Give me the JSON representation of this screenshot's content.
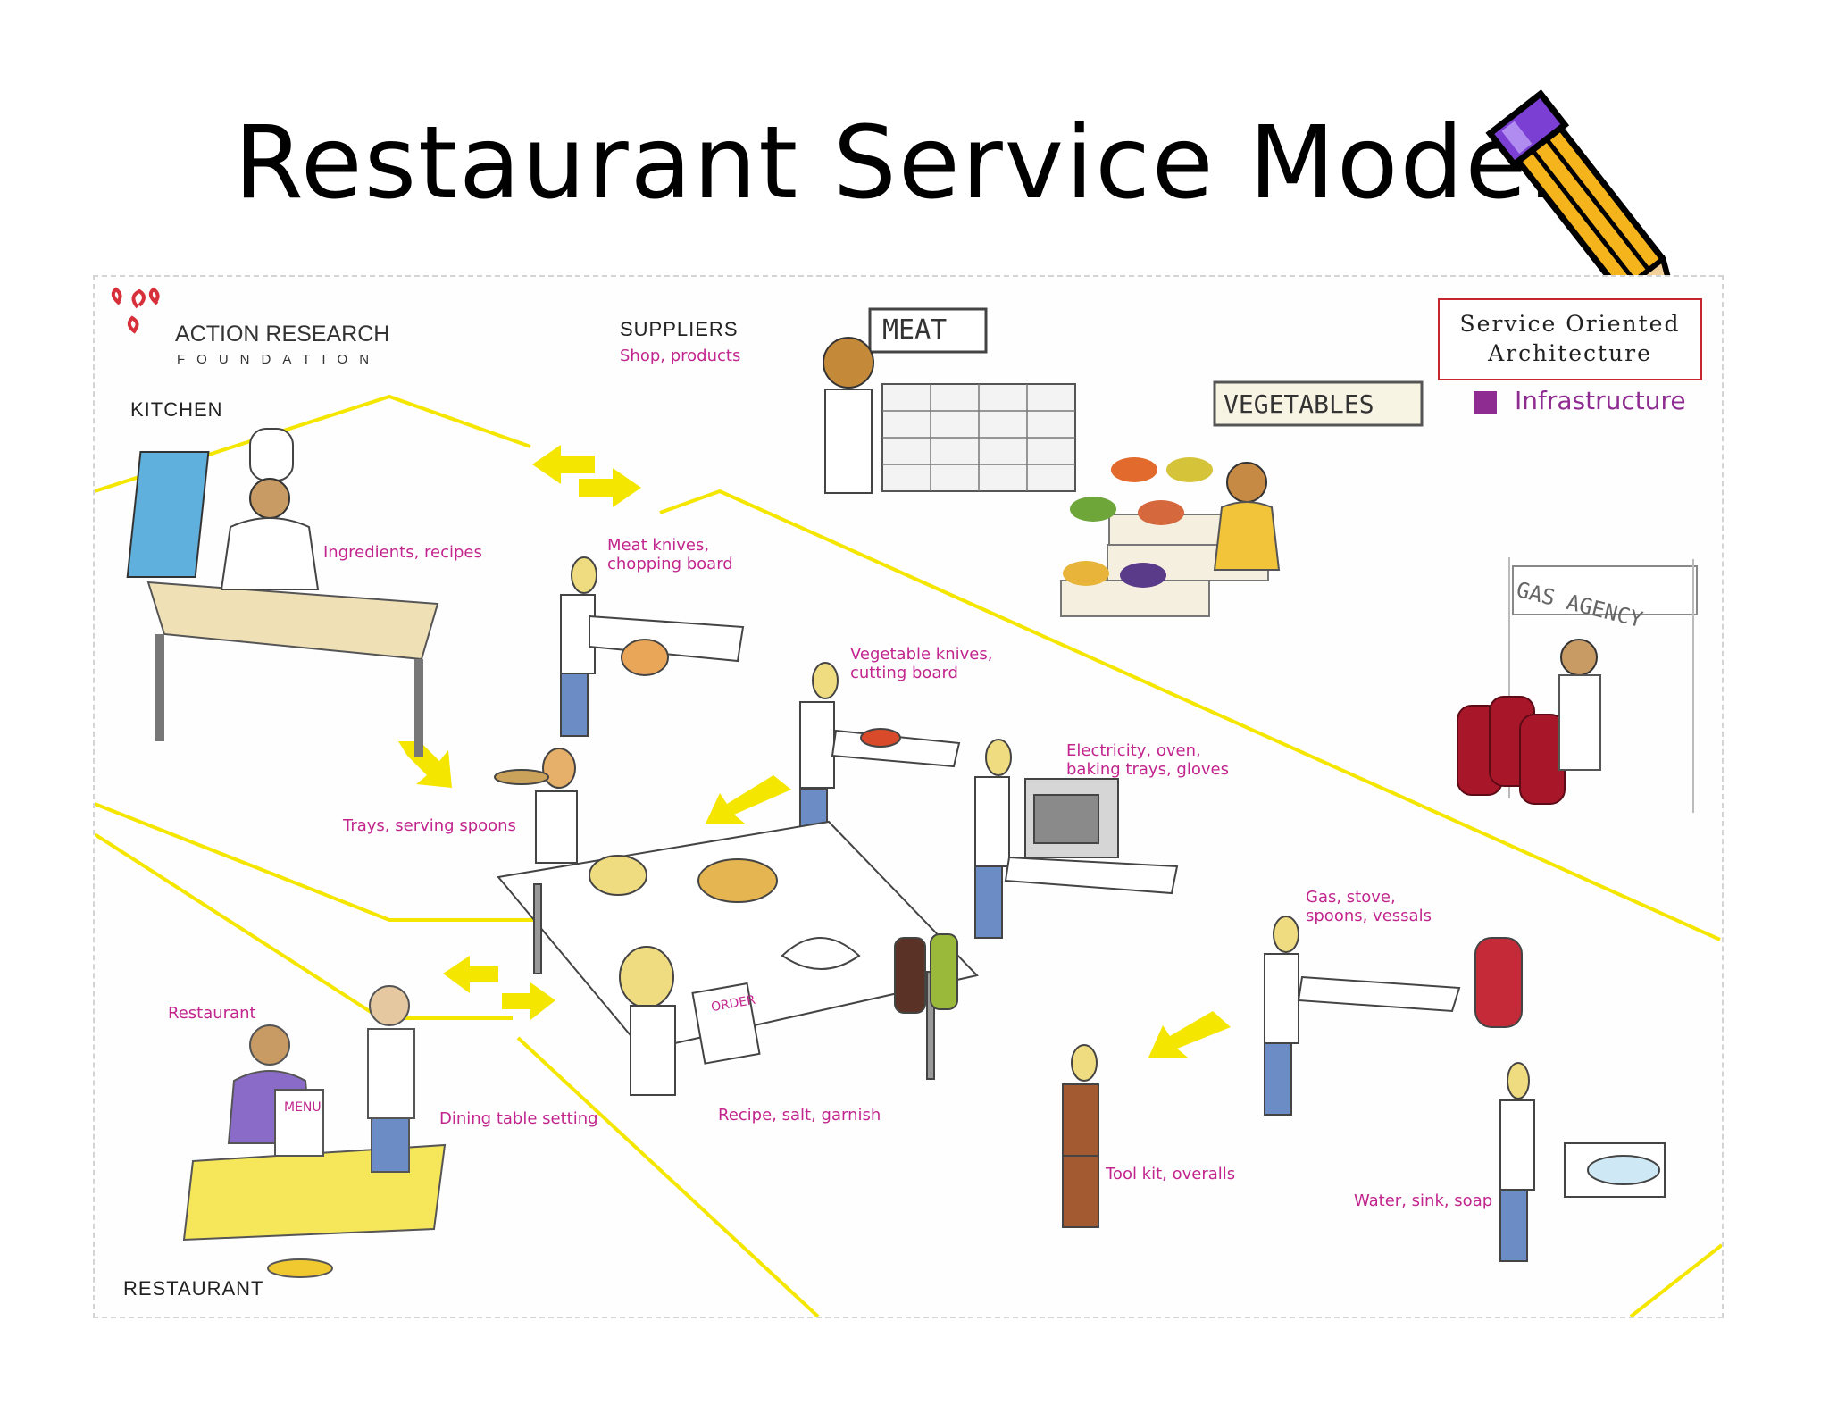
{
  "slide": {
    "title": "Restaurant Service Model"
  },
  "logo": {
    "name": "ACTION RESEARCH",
    "sub": "FOUNDATION"
  },
  "legend_box": {
    "line1": "Service Oriented",
    "line2": "Architecture",
    "legend_label": "Infrastructure",
    "legend_color": "#8e2c92",
    "border_color": "#c8262e"
  },
  "zones": {
    "kitchen": "KITCHEN",
    "restaurant": "RESTAURANT",
    "suppliers": "SUPPLIERS",
    "suppliers_sub": "Shop, products"
  },
  "signs": {
    "meat": "MEAT",
    "vegetables": "VEGETABLES",
    "gas": "GAS AGENCY"
  },
  "props": {
    "menu": "MENU",
    "order": "ORDER"
  },
  "labels": {
    "ingredients": "Ingredients, recipes",
    "meat_knives_1": "Meat knives,",
    "meat_knives_2": "chopping board",
    "veg_knives_1": "Vegetable knives,",
    "veg_knives_2": "cutting board",
    "trays": "Trays, serving spoons",
    "electricity_1": "Electricity, oven,",
    "electricity_2": "baking trays, gloves",
    "gas_1": "Gas, stove,",
    "gas_2": "spoons, vessals",
    "restaurant": "Restaurant",
    "dining": "Dining table setting",
    "recipe": "Recipe, salt, garnish",
    "toolkit": "Tool kit, overalls",
    "water": "Water, sink, soap"
  },
  "colors": {
    "band": "#f5e600",
    "arrow": "#f5e600",
    "accent_text": "#c2268e"
  }
}
